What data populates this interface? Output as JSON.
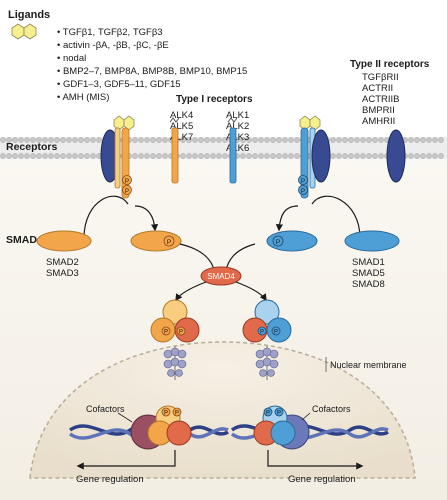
{
  "ligands": {
    "heading": "Ligands",
    "items": [
      "• TGFβ1, TGFβ2, TGFβ3",
      "• activin -βA, -βB, -βC, -βE",
      "• nodal",
      "• BMP2–7, BMP8A, BMP8B, BMP10, BMP15",
      "• GDF1–3, GDF5–11, GDF15",
      "• AMH (MIS)"
    ]
  },
  "receptors_label": "Receptors",
  "smads_label": "SMADs",
  "type1": {
    "heading": "Type I receptors",
    "left": [
      "ALK4",
      "ALK5",
      "ALK7"
    ],
    "right": [
      "ALK1",
      "ALK2",
      "ALK3",
      "ALK6"
    ]
  },
  "type2": {
    "heading": "Type II receptors",
    "items": [
      "TGFβRII",
      "ACTRII",
      "ACTRIIB",
      "BMPRII",
      "AMHRII"
    ]
  },
  "smad_left": [
    "SMAD2",
    "SMAD3"
  ],
  "smad_right": [
    "SMAD1",
    "SMAD5",
    "SMAD8"
  ],
  "smad4": "SMAD4",
  "p": "P",
  "nuclear_membrane": "Nuclear membrane",
  "cofactors_left": "Cofactors",
  "cofactors_right": "Cofactors",
  "gene_regulation_left": "Gene regulation",
  "gene_regulation_right": "Gene regulation",
  "colors": {
    "orange": "#f3a54a",
    "orange_light": "#f8cd7f",
    "blue": "#4f9fd7",
    "blue_light": "#a9d2ee",
    "navy": "#384a92",
    "smad4": "#e16a4b",
    "nucleus": "#efe7d9",
    "membrane": "#c7c7c7",
    "ligand": "#f7ef8e"
  }
}
